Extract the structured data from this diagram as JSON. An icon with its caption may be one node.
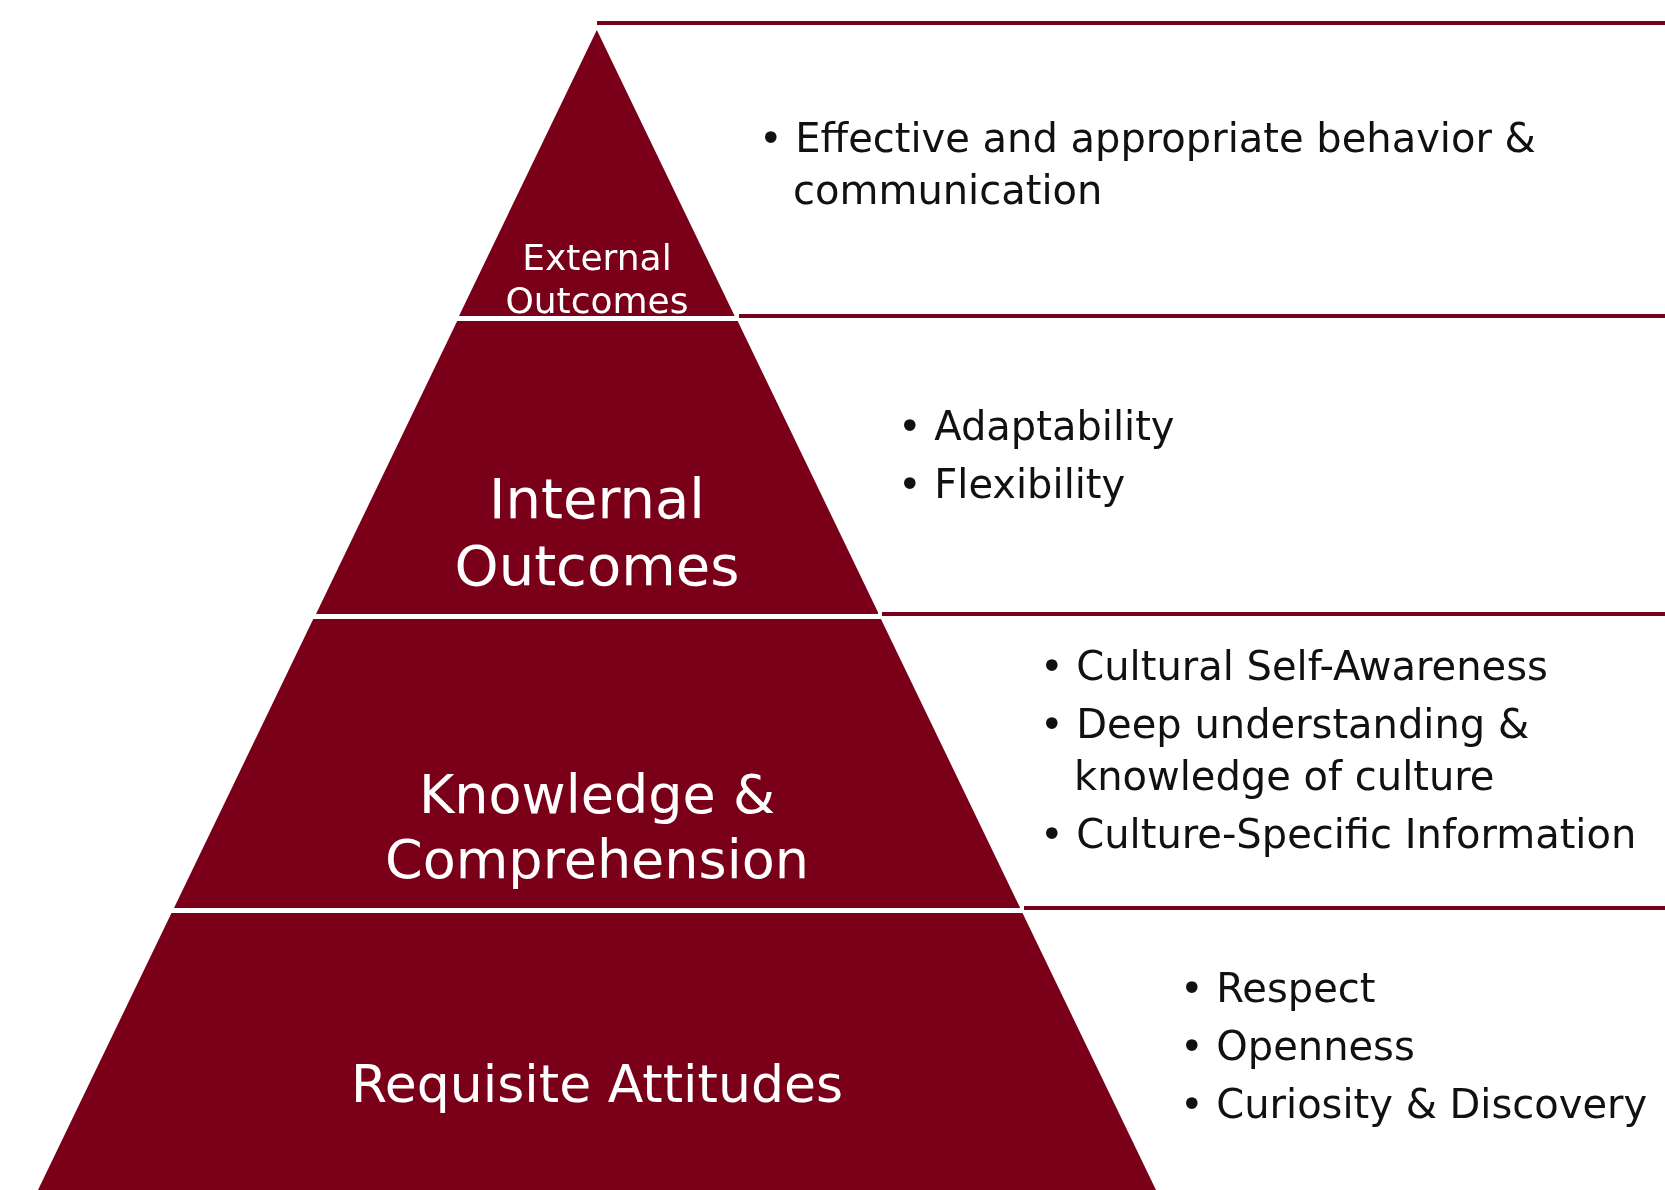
{
  "diagram": {
    "nodes": [
      {
        "text": [
          "External Outcomes"
        ],
        "beside": [
          "• Effective and appropriate behavior & communication"
        ]
      },
      {
        "text": [
          "Internal Outcomes"
        ],
        "beside": [
          "• Adaptability",
          "• Flexibility"
        ]
      },
      {
        "text": [
          "Knowledge & Comprehension"
        ],
        "beside": [
          "• Cultural Self-Awareness",
          "• Deep understanding & knowledge of culture",
          "• Culture-Specific Information"
        ]
      },
      {
        "text": [
          "Requisite Attitudes"
        ],
        "beside": [
          "• Respect",
          "• Openness",
          "• Curiosity & Discovery"
        ]
      }
    ]
  }
}
